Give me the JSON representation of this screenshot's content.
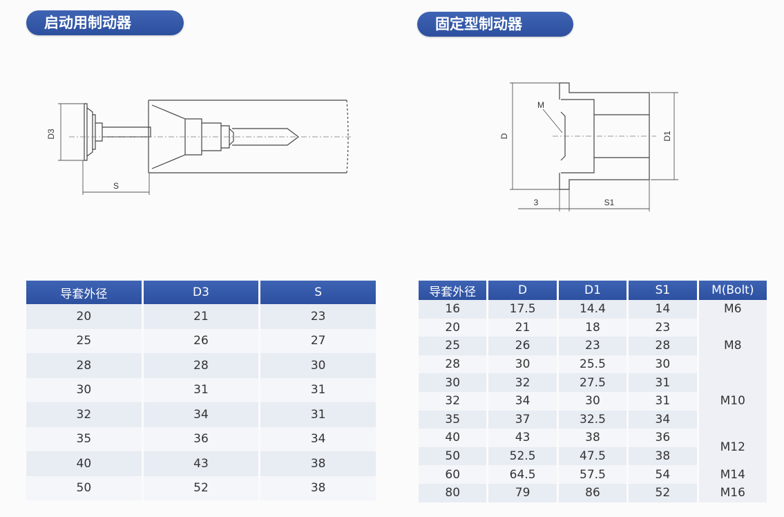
{
  "left": {
    "title": "启动用制动器",
    "labels": {
      "d3": "D3",
      "s": "S"
    },
    "headers": [
      "导套外径",
      "D3",
      "S"
    ],
    "rows": [
      [
        "20",
        "21",
        "23"
      ],
      [
        "25",
        "26",
        "27"
      ],
      [
        "28",
        "28",
        "30"
      ],
      [
        "30",
        "31",
        "31"
      ],
      [
        "32",
        "34",
        "31"
      ],
      [
        "35",
        "36",
        "34"
      ],
      [
        "40",
        "43",
        "38"
      ],
      [
        "50",
        "52",
        "38"
      ]
    ]
  },
  "right": {
    "title": "固定型制动器",
    "labels": {
      "m": "M",
      "d": "D",
      "d1": "D1",
      "three": "3",
      "s1": "S1"
    },
    "headers": [
      "导套外径",
      "D",
      "D1",
      "S1",
      "M(Bolt)"
    ],
    "rows": [
      [
        "16",
        "17.5",
        "14.4",
        "14"
      ],
      [
        "20",
        "21",
        "18",
        "23"
      ],
      [
        "25",
        "26",
        "23",
        "28"
      ],
      [
        "28",
        "30",
        "25.5",
        "30"
      ],
      [
        "30",
        "32",
        "27.5",
        "31"
      ],
      [
        "32",
        "34",
        "30",
        "31"
      ],
      [
        "35",
        "37",
        "32.5",
        "34"
      ],
      [
        "40",
        "43",
        "38",
        "36"
      ],
      [
        "50",
        "52.5",
        "47.5",
        "38"
      ],
      [
        "60",
        "64.5",
        "57.5",
        "54"
      ],
      [
        "80",
        "79",
        "86",
        "52"
      ]
    ],
    "bolts": [
      "M6",
      "M8",
      "M10",
      "M12",
      "M14",
      "M16"
    ]
  }
}
